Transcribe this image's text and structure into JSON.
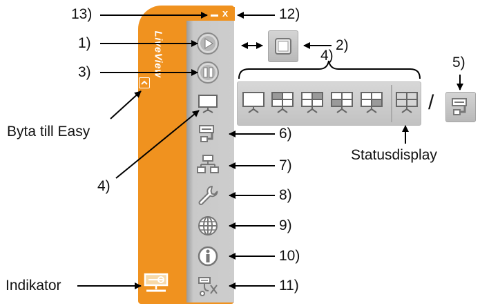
{
  "app": {
    "logo_text": "LiveView",
    "colors": {
      "orange": "#f0921f",
      "panel_gray": "#c7c7c7",
      "dark_strip": "#8c8c8c",
      "icon_gray": "#8f8f8f"
    }
  },
  "window_controls": {
    "minimize_glyph": "_",
    "close_glyph": "x"
  },
  "labels": {
    "n13": "13)",
    "n12": "12)",
    "n1": "1)",
    "n2": "2)",
    "n3": "3)",
    "n4a": "4)",
    "n4b": "4)",
    "n5": "5)",
    "n6": "6)",
    "n7": "7)",
    "n8": "8)",
    "n9": "9)",
    "n10": "10)",
    "n11": "11)",
    "byta": "Byta till Easy",
    "statusdisplay": "Statusdisplay",
    "indikator": "Indikator",
    "slash": "/"
  },
  "sidebar_buttons": [
    {
      "id": "play",
      "icon": "play-icon"
    },
    {
      "id": "pause",
      "icon": "pause-icon"
    },
    {
      "id": "screen",
      "icon": "single-screen-icon"
    },
    {
      "id": "capture",
      "icon": "capture-icon"
    },
    {
      "id": "network",
      "icon": "network-icon"
    },
    {
      "id": "settings",
      "icon": "wrench-icon"
    },
    {
      "id": "web",
      "icon": "globe-icon"
    },
    {
      "id": "info",
      "icon": "info-icon"
    },
    {
      "id": "disconnect",
      "icon": "disconnect-icon"
    }
  ],
  "split_screen_buttons": [
    "single",
    "two-split",
    "four-split-a",
    "four-split-b",
    "four-split-c",
    "status"
  ]
}
